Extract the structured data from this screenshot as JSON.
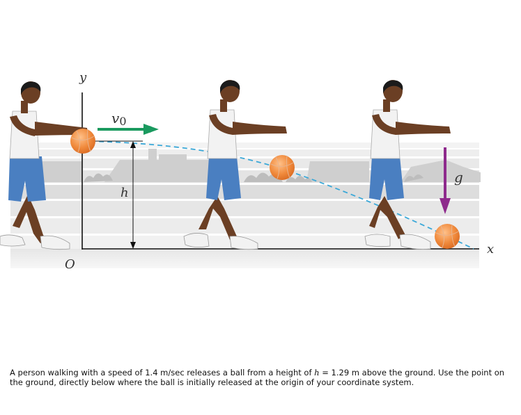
{
  "figure": {
    "label_y_axis": "y",
    "label_x_axis": "x",
    "label_origin": "O",
    "label_v0_main": "v",
    "label_v0_sub": "0",
    "label_height": "h",
    "label_gravity": "g"
  },
  "caption": {
    "part1": "A person walking with a speed of 1.4 m/sec releases a ball from a height of ",
    "var_h": "h",
    "part2": " = 1.29 m above the ground.  Use the point on the ground, directly below where the ball is initially released at the origin of your coordinate system."
  },
  "colors": {
    "velocity_arrow": "#1a9a5f",
    "gravity_arrow": "#8e2a8c",
    "trajectory": "#3aa8d8",
    "ball": "#f08a3c",
    "shirt": "#f2f2f2",
    "shorts": "#4a7fc1",
    "skin": "#6b3f24"
  }
}
